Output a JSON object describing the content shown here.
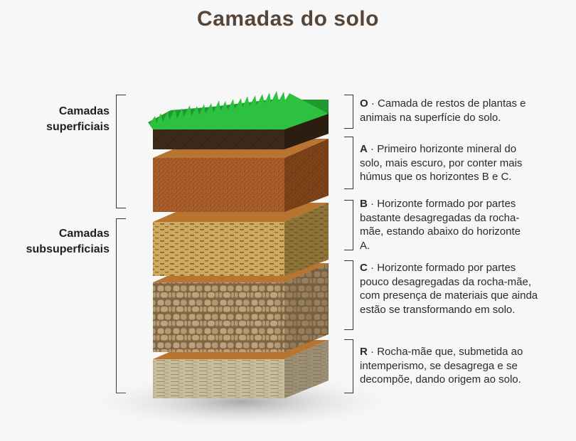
{
  "title": "Camadas do solo",
  "groups": [
    {
      "label_line1": "Camadas",
      "label_line2": "superficiais"
    },
    {
      "label_line1": "Camadas",
      "label_line2": "subsuperficiais"
    }
  ],
  "horizons": [
    {
      "letter": "O",
      "separator": " · ",
      "text": "Camada de restos de plantas e animais na superfície do solo."
    },
    {
      "letter": "A",
      "separator": " · ",
      "text": "Primeiro horizonte mineral do solo, mais escuro, por conter mais húmus que os horizontes B e C."
    },
    {
      "letter": "B",
      "separator": " · ",
      "text": "Horizonte formado por partes bastante desagregadas da rocha-mãe, estando abaixo do horizonte A."
    },
    {
      "letter": "C",
      "separator": " · ",
      "text": "Horizonte formado por partes pouco desagregadas da rocha-mãe, com presença de materiais que ainda estão se transformando em solo."
    },
    {
      "letter": "R",
      "separator": " · ",
      "text": "Rocha-mãe que, submetida ao intemperismo, se desagrega e se decompõe, dando origem ao solo."
    }
  ],
  "colors": {
    "title": "#574538",
    "grass": "#22a83a",
    "horizon_O": "#3a2a17",
    "horizon_A": "#a55a28",
    "horizon_B": "#c9a55a",
    "horizon_C": "#b59a72",
    "horizon_R": "#c8bb9a"
  }
}
